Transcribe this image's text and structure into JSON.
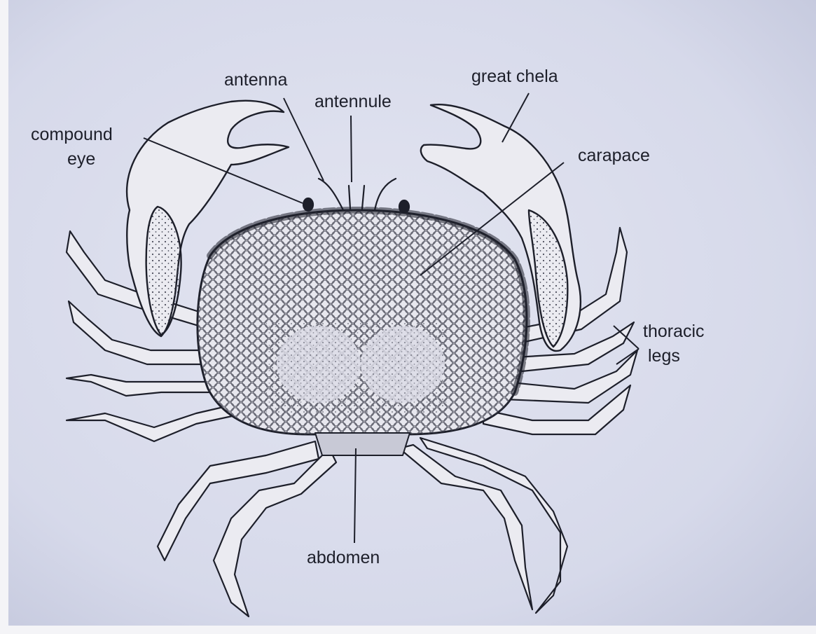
{
  "figure": {
    "labels": {
      "antenna": "antenna",
      "antennule": "antennule",
      "great_chela": "great  chela",
      "compound_eye_line1": "compound",
      "compound_eye_line2": "eye",
      "carapace": "carapace",
      "thoracic_legs_line1": "thoracic",
      "thoracic_legs_line2": "legs",
      "abdomen": "abdomen"
    }
  },
  "colors": {
    "paper": "#d9dcea",
    "ink": "#1d1f2a",
    "shell": "#e7e7ee"
  }
}
